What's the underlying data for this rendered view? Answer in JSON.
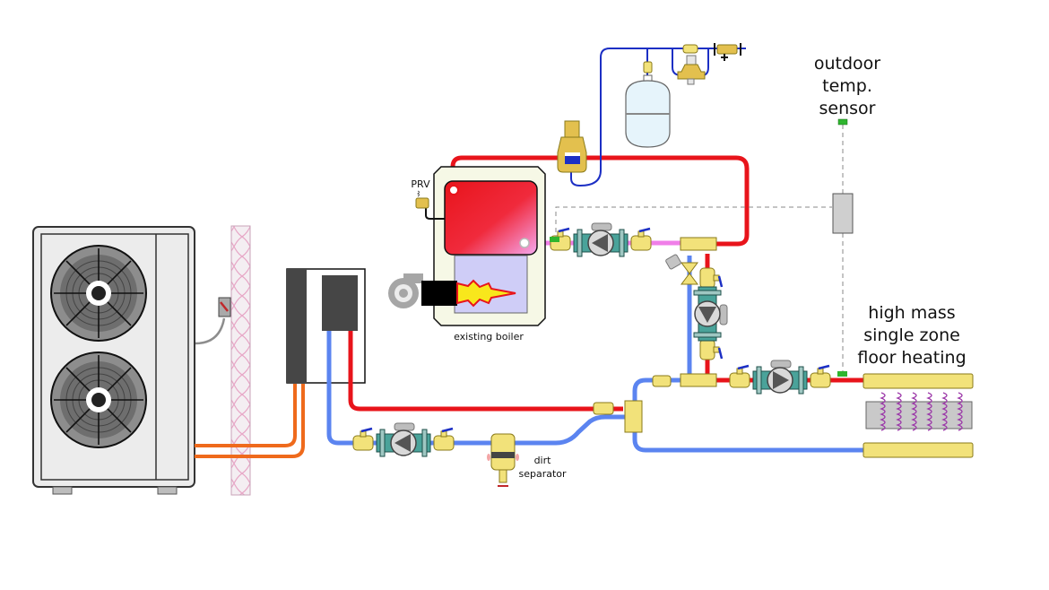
{
  "diagram": {
    "title": "Air-to-water heat pump with existing boiler and high mass single zone floor heating",
    "labels": {
      "outdoor_sensor_line1": "outdoor",
      "outdoor_sensor_line2": "temp.",
      "outdoor_sensor_line3": "sensor",
      "prv": "PRV",
      "boiler": "existing boiler",
      "dirt_line1": "dirt",
      "dirt_line2": "separator",
      "floor_line1": "high mass",
      "floor_line2": "single zone",
      "floor_line3": "floor heating"
    },
    "colors": {
      "supply_hot": "#e8141b",
      "return_cool": "#5b84f0",
      "boiler_return": "#f07ee8",
      "refrigerant": "#ef6a1c",
      "makeup_water": "#1c2fc4",
      "brass": "#f2e27a",
      "brass_stroke": "#8a7a1a",
      "pump_body": "#4aa39a",
      "sensor_green": "#2fb52f",
      "wall_pink": "#e7a6c6"
    },
    "components": [
      "outdoor-heat-pump-unit",
      "disconnect-switch",
      "insulated-wall",
      "indoor-hydronic-module",
      "existing-boiler",
      "oil-burner",
      "pressure-relief-valve",
      "air-separator",
      "expansion-tank",
      "pressure-reducing-valve",
      "backflow-preventer",
      "boiler-circulator",
      "mixing-valve",
      "injection-circulator",
      "floor-circulator",
      "heat-pump-circulator",
      "dirt-separator",
      "hydraulic-separator-tee",
      "outdoor-temp-sensor",
      "controller",
      "floor-heating-manifold"
    ]
  }
}
